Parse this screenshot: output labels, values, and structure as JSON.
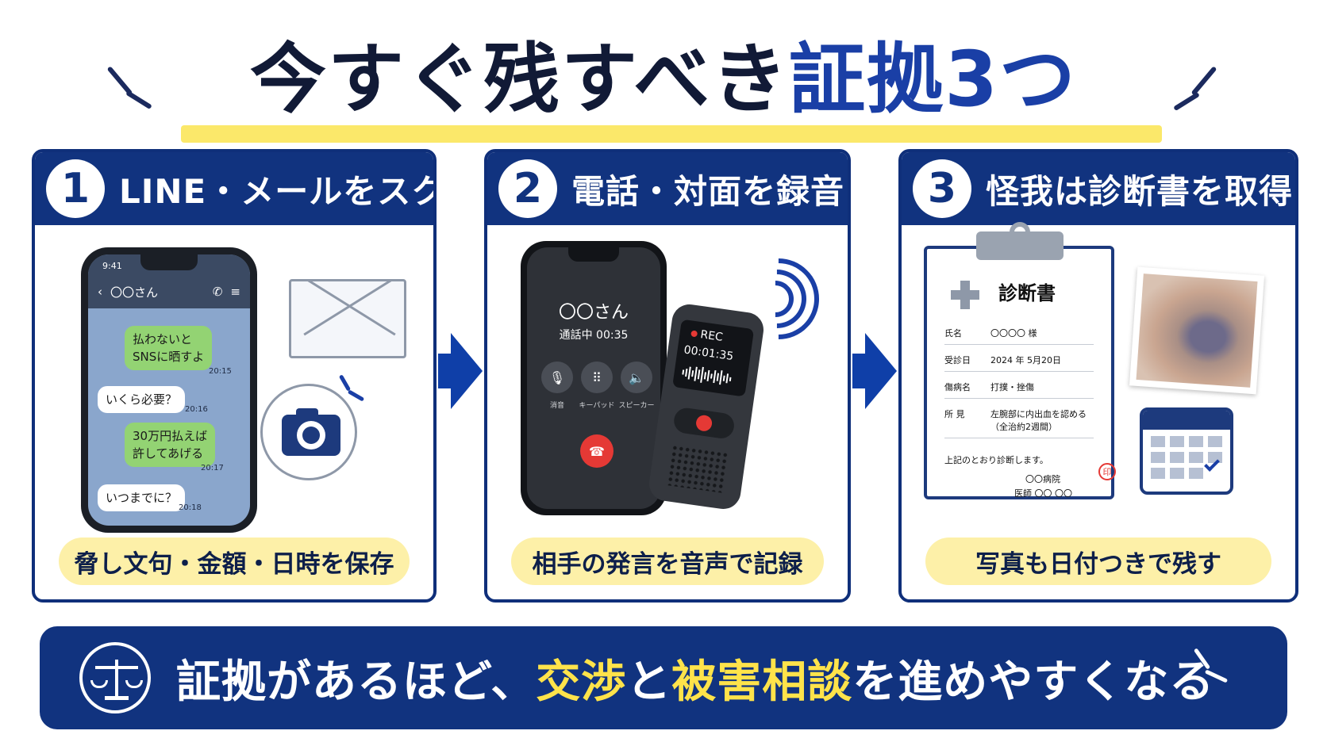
{
  "title": {
    "part_dark": "今すぐ残すべき",
    "part_blue": "証拠3つ"
  },
  "cards": [
    {
      "number": "1",
      "heading": "LINE・メールをスクショ",
      "footer": "脅し文句・金額・日時を保存",
      "phone": {
        "status_time": "9:41",
        "contact": "〇〇さん",
        "messages": [
          {
            "line1": "払わないと",
            "line2": "SNSに晒すよ",
            "time": "20:15",
            "side": "right"
          },
          {
            "line1": "いくら必要？",
            "line2": "",
            "time": "20:16",
            "side": "left"
          },
          {
            "line1": "30万円払えば",
            "line2": "許してあげる",
            "time": "20:17",
            "side": "right"
          },
          {
            "line1": "いつまでに？",
            "line2": "",
            "time": "20:18",
            "side": "left"
          }
        ]
      }
    },
    {
      "number": "2",
      "heading": "電話・対面を録音",
      "footer": "相手の発言を音声で記録",
      "phone": {
        "contact": "〇〇さん",
        "status": "通話中  00:35",
        "buttons": [
          "消音",
          "キーパッド",
          "スピーカー"
        ]
      },
      "recorder": {
        "label": "REC",
        "time": "00:01:35"
      }
    },
    {
      "number": "3",
      "heading": "怪我は診断書を取得",
      "footer": "写真も日付つきで残す",
      "document": {
        "title": "診断書",
        "rows": [
          {
            "key": "氏名",
            "value": "〇〇〇〇 様"
          },
          {
            "key": "受診日",
            "value": "2024 年 5月20日"
          },
          {
            "key": "傷病名",
            "value": "打撲・挫傷"
          },
          {
            "key": "所 見",
            "value": "左腕部に内出血を認める"
          }
        ],
        "row_extra": "（全治約2週間）",
        "note": "上記のとおり診断します。",
        "hospital": "〇〇病院",
        "doctor": "医師  〇〇  〇〇",
        "stamp": "印"
      }
    }
  ],
  "bottom": {
    "text_a": "証拠があるほど、",
    "highlight_1": "交渉",
    "text_b": "と",
    "highlight_2": "被害相談",
    "text_c": "を進めやすくなる"
  },
  "colors": {
    "navy": "#11337f",
    "title_blue": "#1a3fa6",
    "pill_yellow": "#fdf0a8",
    "highlight_yellow": "#ffe34a",
    "title_underline": "#fbe86a"
  },
  "icons": [
    "mail-icon",
    "camera-icon",
    "mic-off-icon",
    "keypad-icon",
    "speaker-icon",
    "hangup-icon",
    "sound-wave-icon",
    "medical-cross-icon",
    "calendar-icon",
    "scale-icon"
  ]
}
